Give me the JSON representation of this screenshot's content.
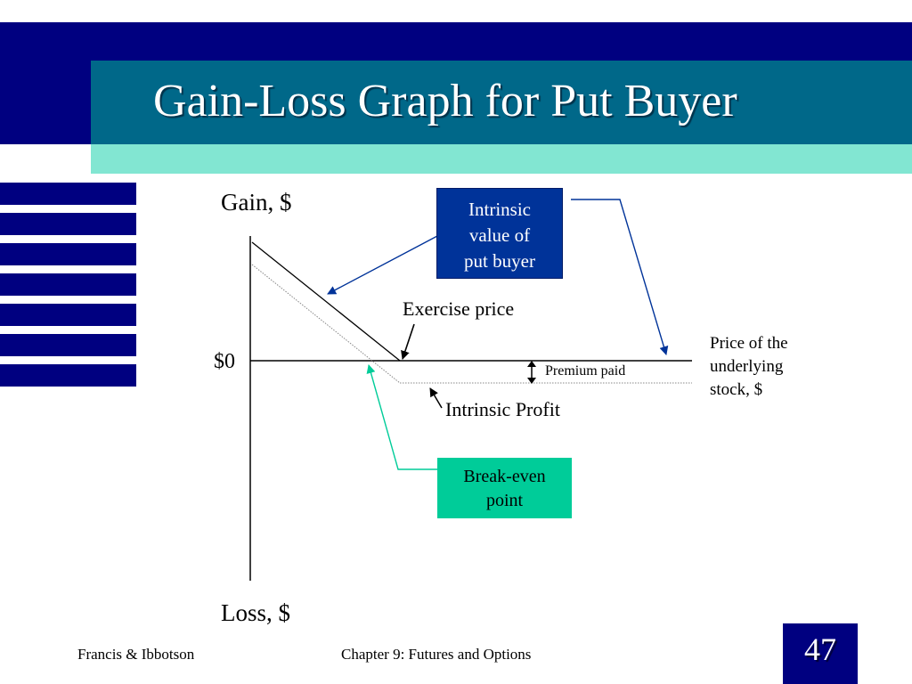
{
  "slide": {
    "title": "Gain-Loss Graph for Put Buyer",
    "page_number": "47"
  },
  "axes": {
    "y_top_label": "Gain, $",
    "y_bottom_label": "Loss, $",
    "zero_label": "$0",
    "x_label_line1": "Price of the",
    "x_label_line2": "underlying",
    "x_label_line3": "stock, $"
  },
  "annotations": {
    "intrinsic_value_line1": "Intrinsic",
    "intrinsic_value_line2": "value of",
    "intrinsic_value_line3": "put buyer",
    "exercise_price": "Exercise price",
    "premium_paid": "Premium paid",
    "intrinsic_profit": "Intrinsic Profit",
    "break_even_line1": "Break-even",
    "break_even_line2": "point"
  },
  "footer": {
    "left": "Francis & Ibbotson",
    "center": "Chapter 9:  Futures and Options"
  },
  "colors": {
    "navy": "#000080",
    "title_bar": "#006889",
    "mint": "#82e6d2",
    "callout_blue": "#003399",
    "callout_teal": "#00cc99"
  }
}
